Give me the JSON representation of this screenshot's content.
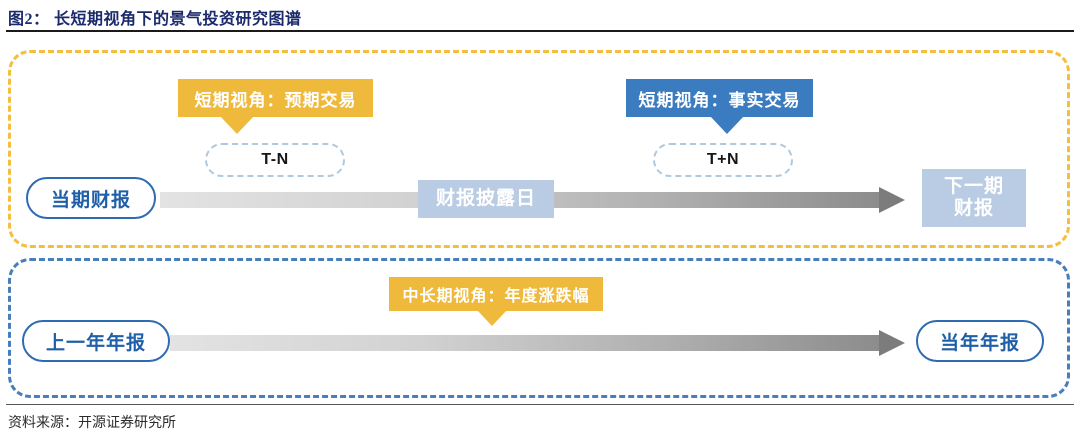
{
  "header": {
    "title": "图2： 长短期视角下的景气投资研究图谱",
    "rule_color": "#1a1a1a",
    "title_color": "#1b2a6b"
  },
  "footer": {
    "source": "资料来源：开源证券研究所"
  },
  "colors": {
    "orange": "#EFB93C",
    "orange_dash": "#F5BE3E",
    "blue": "#3B7BC0",
    "blue_dash": "#4A7EBB",
    "pill_border": "#2E6BB0",
    "pill_text": "#1F5FA8",
    "box_fill": "#B9CCE4",
    "arrow_light": "#E3E3E3",
    "arrow_dark": "#7C7C7C",
    "tpill_dash": "#AFC8DE"
  },
  "panels": {
    "short_term": {
      "name": "短期视角",
      "callouts": [
        {
          "label": "短期视角：预期交易",
          "color": "#EFB93C"
        },
        {
          "label": "短期视角：事实交易",
          "color": "#3B7BC0"
        }
      ],
      "time_markers": [
        {
          "label": "T-N"
        },
        {
          "label": "T+N"
        }
      ],
      "nodes": [
        {
          "label": "当期财报",
          "style": "outline-pill"
        },
        {
          "label": "财报披露日",
          "style": "filled-box"
        },
        {
          "label": "下一期\n财报",
          "style": "filled-box"
        }
      ]
    },
    "long_term": {
      "name": "中长期视角",
      "callouts": [
        {
          "label": "中长期视角：年度涨跌幅",
          "color": "#EFB93C"
        }
      ],
      "nodes": [
        {
          "label": "上一年年报",
          "style": "outline-pill"
        },
        {
          "label": "当年年报",
          "style": "outline-pill"
        }
      ]
    }
  }
}
